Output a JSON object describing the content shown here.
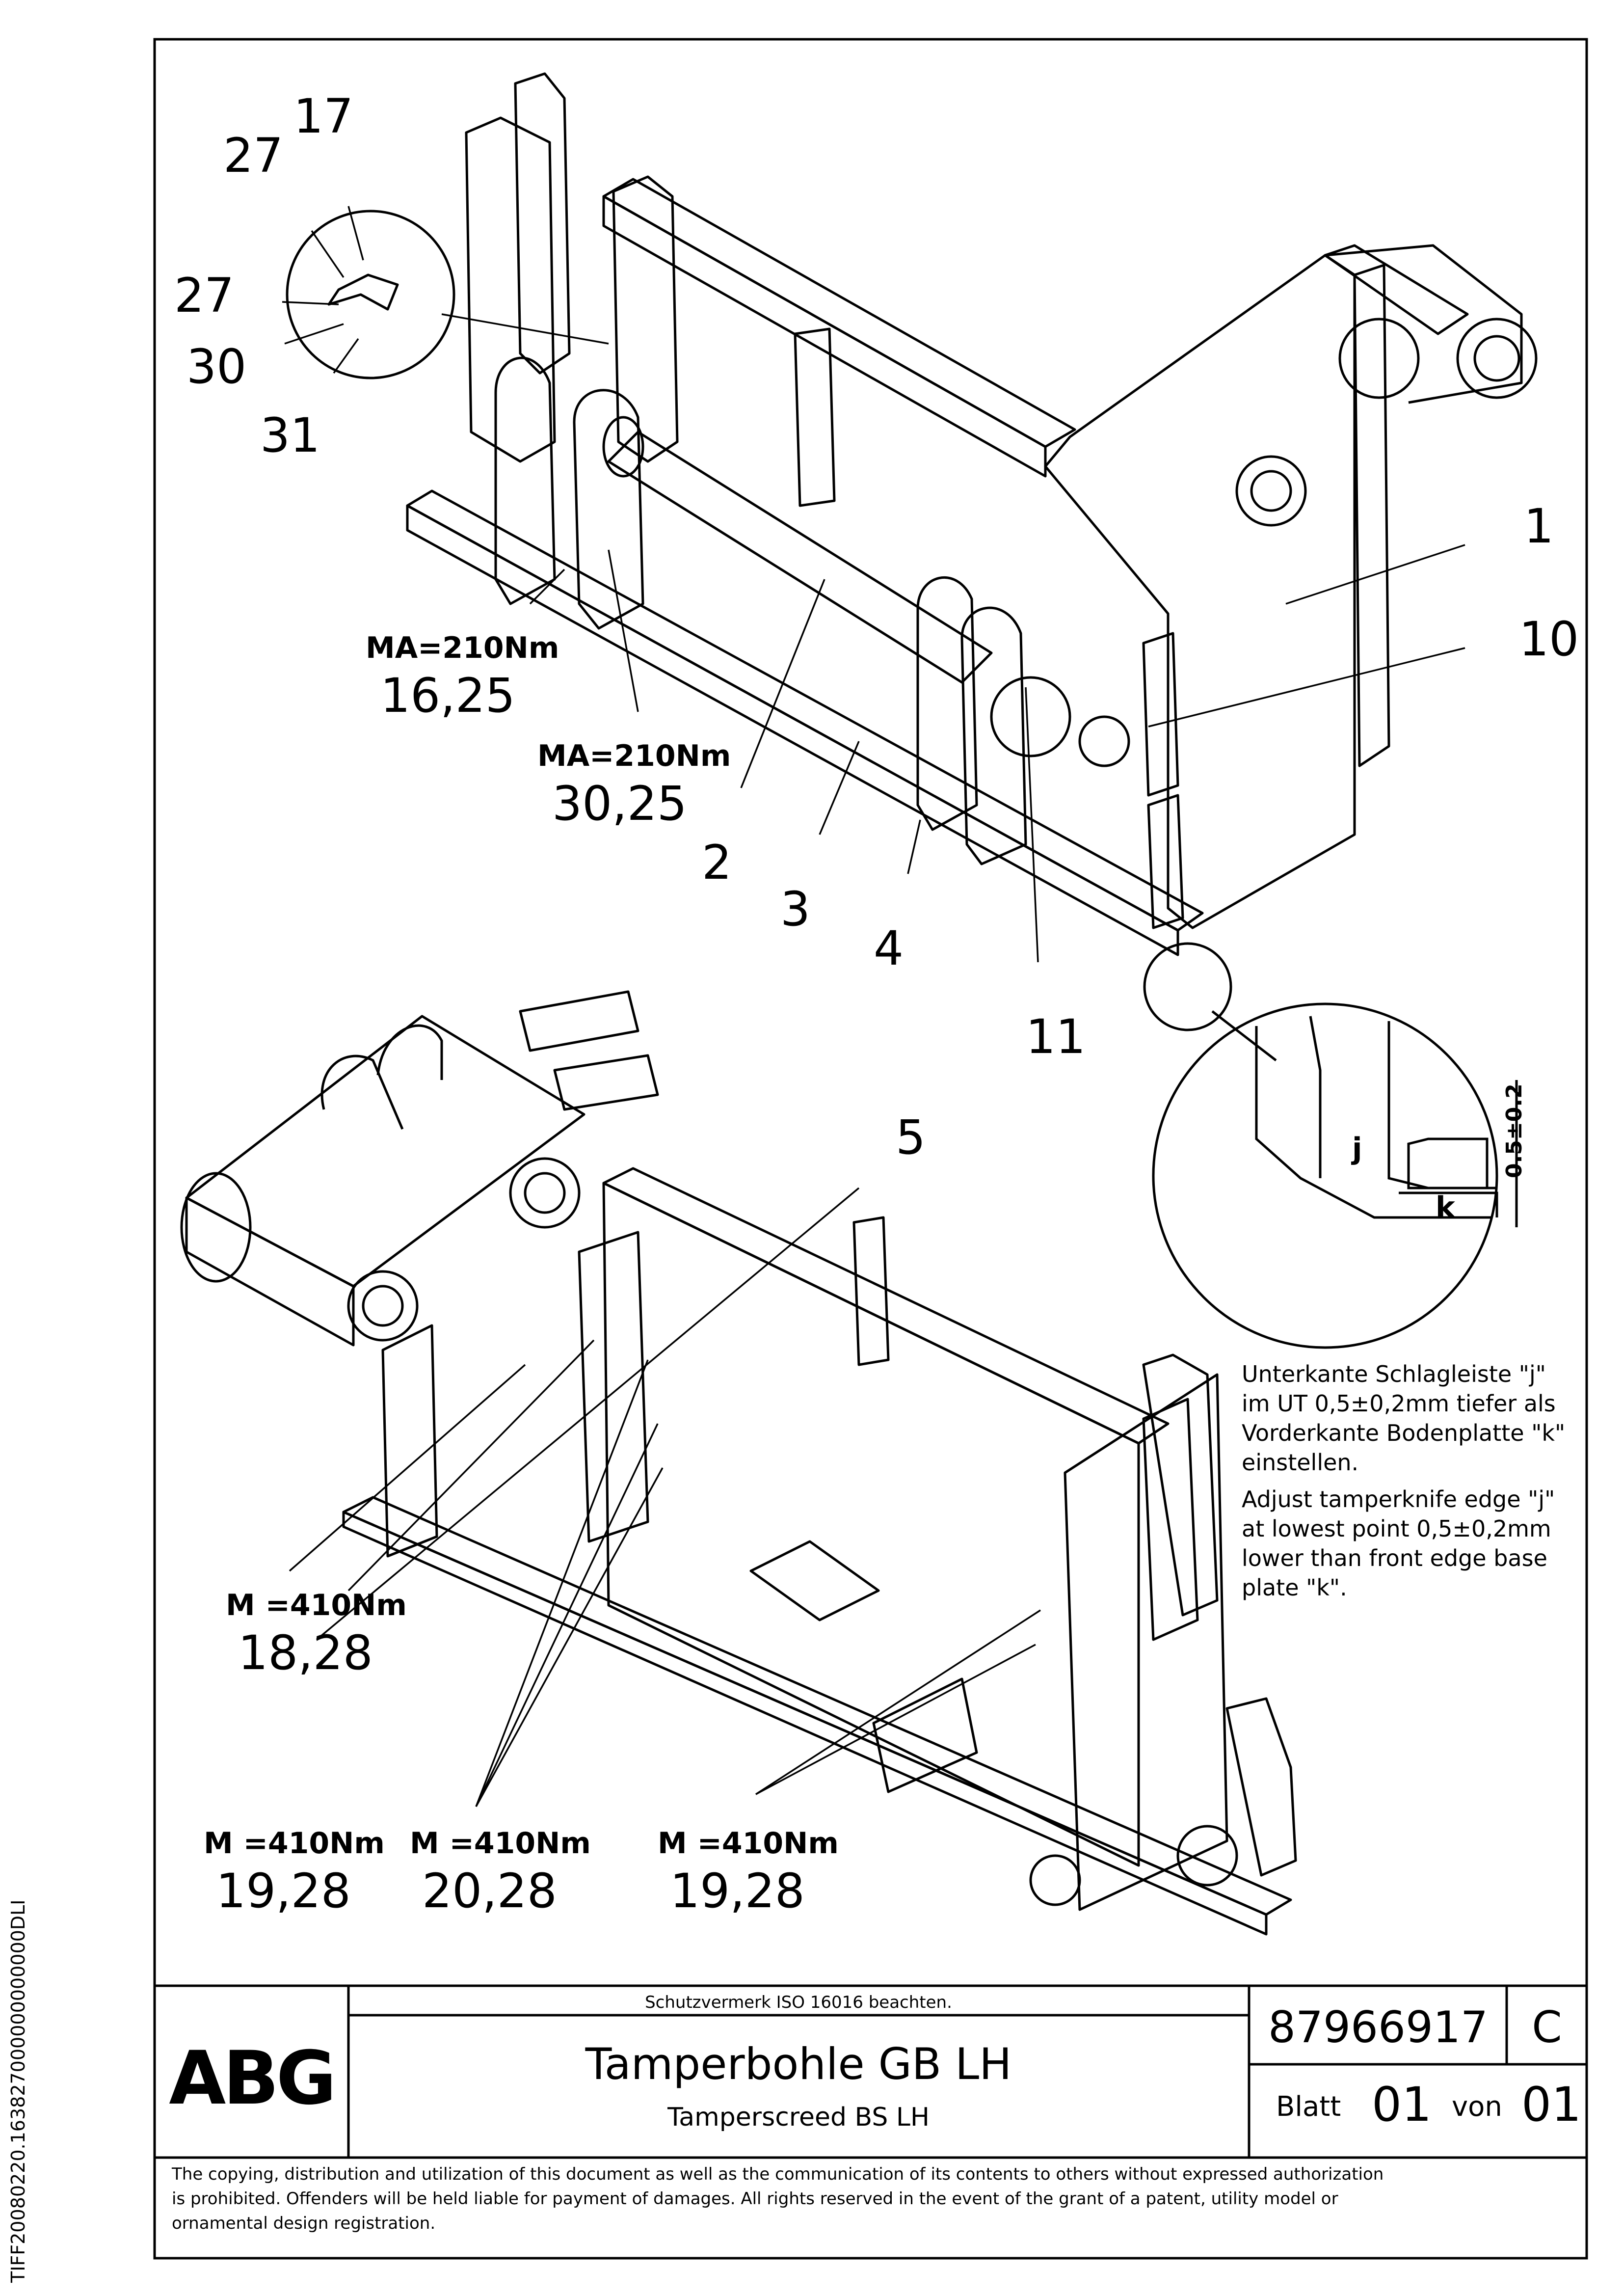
{
  "side_code": "TIFF20080220.163827000000000000DLI",
  "callouts": [
    "27",
    "17",
    "27",
    "30",
    "31",
    "1",
    "10",
    "2",
    "3",
    "4",
    "11",
    "5"
  ],
  "torque_labels": [
    {
      "torque": "MA=210Nm",
      "pos": "16,25"
    },
    {
      "torque": "MA=210Nm",
      "pos": "30,25"
    },
    {
      "torque": "M =410Nm",
      "pos": "18,28"
    },
    {
      "torque": "M =410Nm",
      "pos": "19,28"
    },
    {
      "torque": "M =410Nm",
      "pos": "20,28"
    },
    {
      "torque": "M =410Nm",
      "pos": "19,28"
    }
  ],
  "detail": {
    "label_j": "j",
    "label_k": "k",
    "dim": "0.5±0.2"
  },
  "note_de": [
    "Unterkante Schlagleiste \"j\"",
    "im UT 0,5±0,2mm tiefer als",
    "Vorderkante Bodenplatte \"k\"",
    "einstellen."
  ],
  "note_en": [
    "Adjust tamperknife edge \"j\"",
    "at lowest point 0,5±0,2mm",
    "lower than front edge base",
    "plate \"k\"."
  ],
  "title_block": {
    "logo": "ABG",
    "protection": "Schutzvermerk ISO 16016 beachten.",
    "title_de": "Tamperbohle GB LH",
    "title_en": "Tamperscreed BS LH",
    "number": "87966917",
    "revision": "C",
    "sheet_label": "Blatt",
    "sheet": "01",
    "of_label": "von",
    "sheets": "01"
  },
  "footer": [
    "The copying, distribution and utilization of this document as well as the communication of its contents to others without expressed authorization",
    "is prohibited. Offenders will be held liable for payment of damages. All rights reserved in the event of the grant of a patent, utility model or",
    "ornamental design registration."
  ]
}
